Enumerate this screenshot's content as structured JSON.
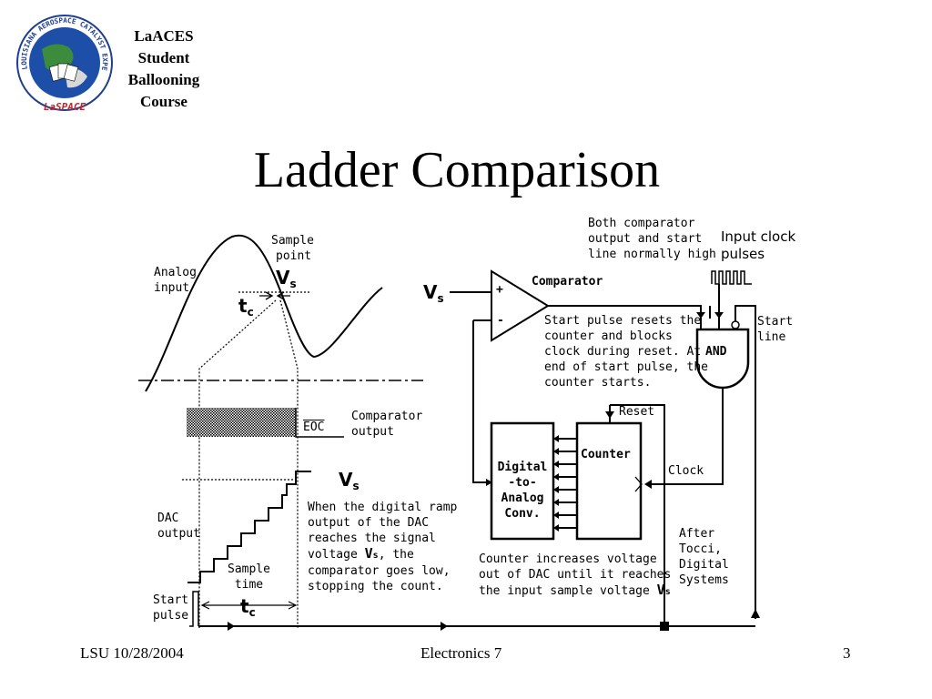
{
  "logo": {
    "seal_text": "LOUISIANA AEROSPACE CATALYST EXPERIENCES for STUDENTS",
    "seal_mark": "LaSPACE",
    "lines": [
      "LaACES",
      "Student",
      "Ballooning",
      "Course"
    ]
  },
  "title": "Ladder Comparison",
  "diagram": {
    "analog_input": [
      "Analog",
      "input"
    ],
    "sample_point": [
      "Sample",
      "point"
    ],
    "vs_top": "V",
    "tc_label": "t",
    "eoc": "EOC",
    "comparator_output": [
      "Comparator",
      "output"
    ],
    "vs_ramp": "V",
    "dac_output": [
      "DAC",
      "output"
    ],
    "ramp_note": [
      "When the digital ramp",
      "output of the DAC",
      "reaches the signal",
      "voltage ",
      ", the",
      "comparator goes low,",
      "stopping the count."
    ],
    "ramp_note_vs": "V",
    "sample_time": [
      "Sample",
      "time"
    ],
    "start_pulse": [
      "Start",
      "pulse"
    ],
    "tc_bottom": "t",
    "sub_s": "s",
    "sub_c": "c",
    "both_note": [
      "Both comparator",
      "output and start",
      "line normally high"
    ],
    "input_clock": [
      "Input clock",
      "pulses"
    ],
    "vs_input": "V",
    "comparator": "Comparator",
    "plus": "+",
    "minus": "-",
    "start_note": [
      "Start pulse resets the",
      "counter and blocks",
      "clock during reset. At",
      "end of start pulse, the",
      "counter starts."
    ],
    "and_gate": "AND",
    "start_line": [
      "Start",
      "line"
    ],
    "reset": "Reset",
    "dac_block": [
      "Digital",
      "-to-",
      "Analog",
      "Conv."
    ],
    "counter": "Counter",
    "clock": "Clock",
    "after": [
      "After",
      "Tocci,",
      "Digital",
      "Systems"
    ],
    "counter_note": [
      "Counter increases voltage",
      "out of DAC until it reaches",
      "the input sample voltage "
    ],
    "counter_note_vs": "V"
  },
  "footer": {
    "left": "LSU 10/28/2004",
    "center": "Electronics 7",
    "right": "3"
  }
}
